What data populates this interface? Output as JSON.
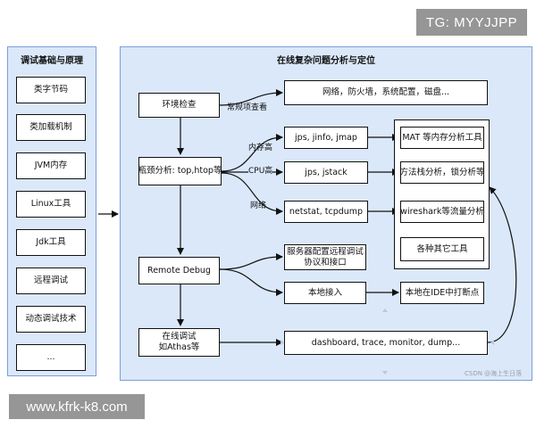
{
  "watermark_top": "TG: MYYJJPP",
  "watermark_bottom": "www.kfrk-k8.com",
  "left_panel": {
    "title": "调试基础与原理",
    "items": [
      "类字节码",
      "类加载机制",
      "JVM内存",
      "Linux工具",
      "Jdk工具",
      "远程调试",
      "动态调试技术",
      "..."
    ]
  },
  "right_panel": {
    "title": "在线复杂问题分析与定位",
    "nodes": {
      "env_check": "环境检查",
      "bottleneck": "瓶颈分析: top,htop等",
      "remote_debug": "Remote Debug",
      "online_debug_1": "在线调试",
      "online_debug_2": "如Athas等",
      "network_etc": "网络，防火墙，系统配置，磁盘...",
      "jps_jinfo": "jps, jinfo, jmap",
      "jps_jstack": "jps, jstack",
      "netstat": "netstat, tcpdump",
      "mat": "MAT 等内存分析工具",
      "stack_tools": "方法栈分析，锁分析等",
      "wireshark": "wireshark等流量分析",
      "other_tools": "各种其它工具",
      "server_config_1": "服务器配置远程调试",
      "server_config_2": "协议和接口",
      "local_access": "本地接入",
      "ide_breakpoint": "本地在IDE中打断点",
      "dashboard": "dashboard, trace, monitor, dump..."
    },
    "edge_labels": {
      "routine_check": "常规项查看",
      "mem_high": "内存高",
      "cpu_high": "CPU高",
      "network": "网络"
    }
  },
  "credit": "CSDN @海上生日落"
}
